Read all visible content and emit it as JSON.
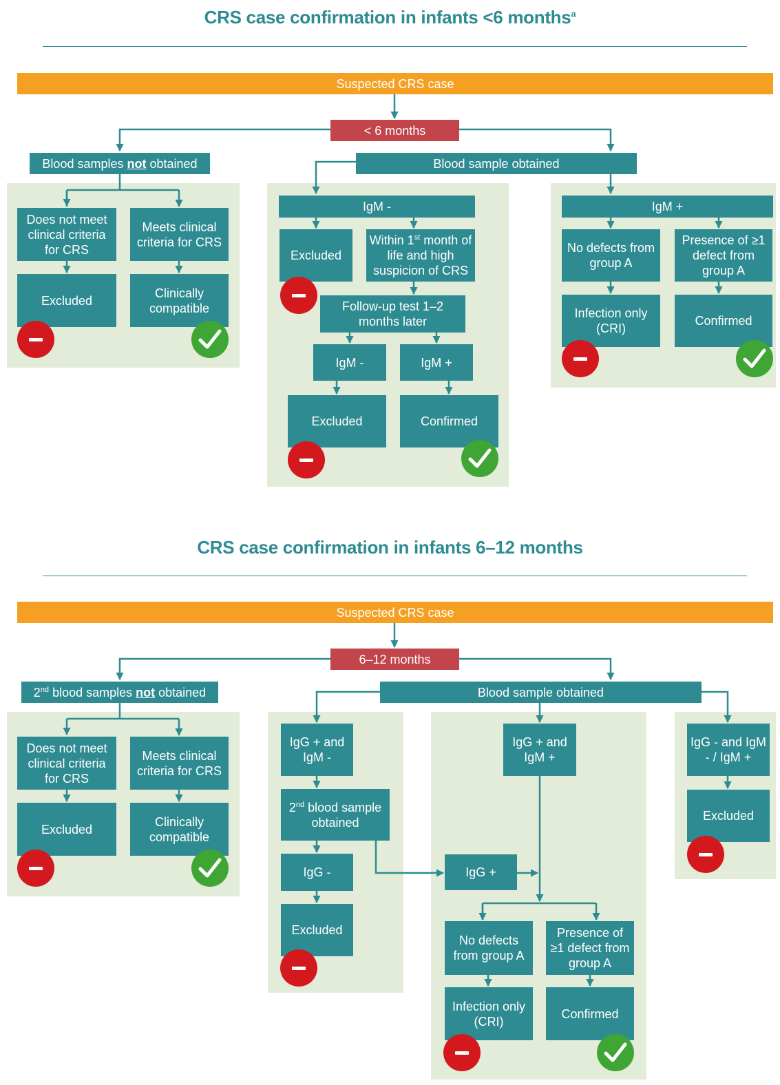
{
  "colors": {
    "teal": "#2e8b91",
    "orange": "#f5a023",
    "red_box": "#c1454a",
    "panel": "#e2ecd9",
    "minus": "#d3191e",
    "check": "#3fa535"
  },
  "section1": {
    "title": "CRS case confirmation in infants <6 months",
    "title_sup": "a",
    "suspected": "Suspected CRS case",
    "age": "< 6 months",
    "not_obtained": {
      "pre": "Blood samples ",
      "bold": "not",
      "post": " obtained"
    },
    "obtained": "Blood sample obtained",
    "left": {
      "no_criteria": "Does not meet clinical criteria for CRS",
      "meets_criteria": "Meets clinical criteria for CRS",
      "excluded": "Excluded",
      "compatible": "Clinically compatible",
      "minus_icon": "minus-icon",
      "check_icon": "check-icon"
    },
    "middle": {
      "igm_neg": "IgM -",
      "excluded": "Excluded",
      "within_pre": "Within 1",
      "within_sup": "st",
      "within_post": " month of life and high suspicion of CRS",
      "followup": "Follow-up test 1–2 months later",
      "igm_neg2": "IgM -",
      "igm_pos2": "IgM +",
      "excluded2": "Excluded",
      "confirmed": "Confirmed"
    },
    "right": {
      "igm_pos": "IgM +",
      "no_defects": "No defects from group A",
      "presence": "Presence of ≥1 defect from group A",
      "infection": "Infection only (CRI)",
      "confirmed": "Confirmed"
    }
  },
  "section2": {
    "title": "CRS case confirmation in infants 6–12 months",
    "suspected": "Suspected CRS case",
    "age": "6–12 months",
    "not_obtained": {
      "pre": "2",
      "sup": "nd",
      "mid": " blood samples ",
      "bold": "not",
      "post": " obtained"
    },
    "obtained": "Blood sample obtained",
    "left": {
      "no_criteria": "Does not meet clinical criteria for CRS",
      "meets_criteria": "Meets clinical criteria for CRS",
      "excluded": "Excluded",
      "compatible": "Clinically compatible"
    },
    "igg_pos_igm_neg": "IgG + and IgM -",
    "second_pre": "2",
    "second_sup": "nd",
    "second_post": " blood sample obtained",
    "igg_neg": "IgG -",
    "excluded_a": "Excluded",
    "igg_pos_igm_pos": "IgG + and IgM +",
    "igg_pos": "IgG +",
    "no_defects": "No defects from group A",
    "presence": "Presence of ≥1 defect from group A",
    "infection": "Infection only (CRI)",
    "confirmed": "Confirmed",
    "igg_neg_igm": "IgG - and IgM - / IgM +",
    "excluded_b": "Excluded"
  }
}
